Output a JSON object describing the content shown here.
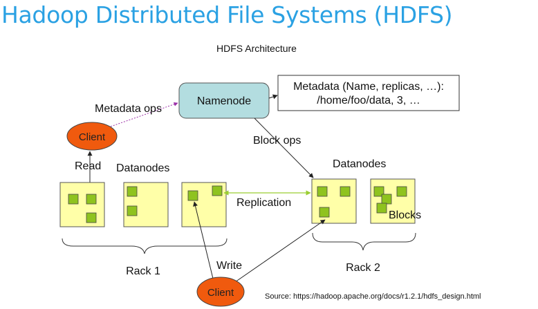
{
  "title": "Hadoop Distributed File Systems (HDFS)",
  "diagram": {
    "subtitle": "HDFS Architecture",
    "namenode": "Namenode",
    "metadata_line1": "Metadata (Name, replicas, …):",
    "metadata_line2": "/home/foo/data, 3, …",
    "metadata_ops": "Metadata ops",
    "client_top": "Client",
    "client_bottom": "Client",
    "block_ops": "Block ops",
    "read": "Read",
    "datanodes_left": "Datanodes",
    "datanodes_right": "Datanodes",
    "replication": "Replication",
    "blocks": "Blocks",
    "write": "Write",
    "rack1": "Rack 1",
    "rack2": "Rack 2",
    "source": "Source: https://hadoop.apache.org/docs/r1.2.1/hdfs_design.html"
  },
  "colors": {
    "title": "#2aa1e3",
    "namenode_fill": "#b3dde0",
    "datanode_fill": "#ffffa8",
    "block_fill": "#8fc31f",
    "client_fill": "#f05a0e",
    "replication_line": "#9acd32",
    "metadata_ops_line": "#9b2fa8"
  }
}
